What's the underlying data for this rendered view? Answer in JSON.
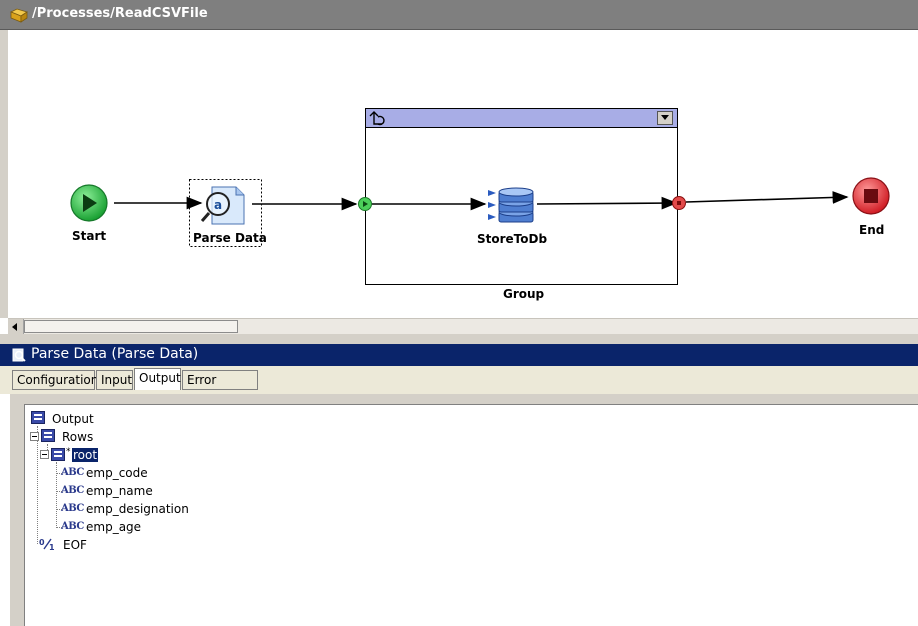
{
  "editor": {
    "path": "/Processes/ReadCSVFile"
  },
  "nodes": {
    "start": "Start",
    "parse": "Parse Data",
    "store": "StoreToDb",
    "group": "Group",
    "end": "End"
  },
  "panel": {
    "title": "Parse Data (Parse Data)",
    "tabs": [
      {
        "label": "Configuration",
        "active": false
      },
      {
        "label": "Input",
        "active": false
      },
      {
        "label": "Output",
        "active": true
      },
      {
        "label": "Error Output",
        "active": false
      }
    ]
  },
  "tree": {
    "output": "Output",
    "rows": "Rows",
    "root": "root",
    "fields": [
      "emp_code",
      "emp_name",
      "emp_designation",
      "emp_age"
    ],
    "eof": "EOF"
  },
  "colors": {
    "group_header": "#a8ade6",
    "start": "#2fb44a",
    "end": "#e0333a",
    "panel_title": "#0a246a"
  }
}
